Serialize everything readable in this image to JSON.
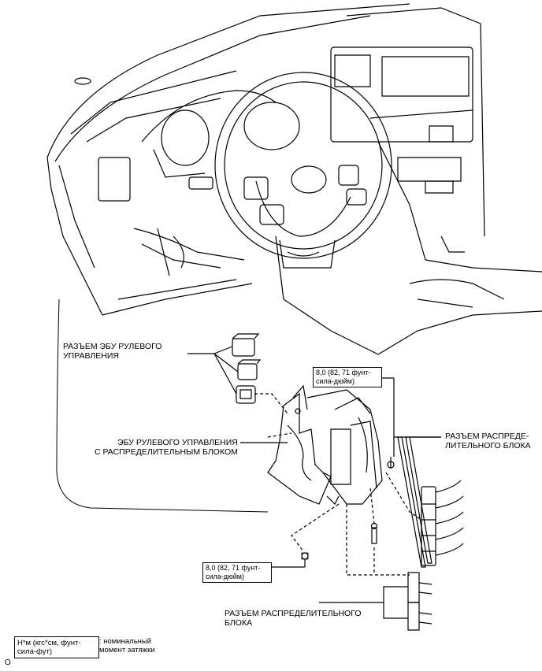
{
  "labels": {
    "steering_ecu_connector": "РАЗЪЕМ ЭБУ РУЛЕВОГО\nУПРАВЛЕНИЯ",
    "steering_ecu_with_junction_block": "ЭБУ РУЛЕВОГО УПРАВЛЕНИЯ\nС РАСПРЕДЕЛИТЕЛЬНЫМ БЛОКОМ",
    "junction_block_connector_right": "РАЗЪЕМ РАСПРЕДЕ-\nЛИТЕЛЬНОГО БЛОКА",
    "junction_block_connector_bottom": "РАЗЪЕМ РАСПРЕДЕЛИТЕЛЬНОГО\nБЛОКА"
  },
  "torque_boxes": {
    "upper": "8,0 (82, 71 фунт-\nсила-дюйм)",
    "lower": "8,0 (82, 71 фунт-\nсила-дюйм)"
  },
  "legend": {
    "unit_box": "Н*м (кгс*см, фунт-\nсила-фут)",
    "description": ": номинальный\nмомент затяжки"
  },
  "corner_mark": "O"
}
